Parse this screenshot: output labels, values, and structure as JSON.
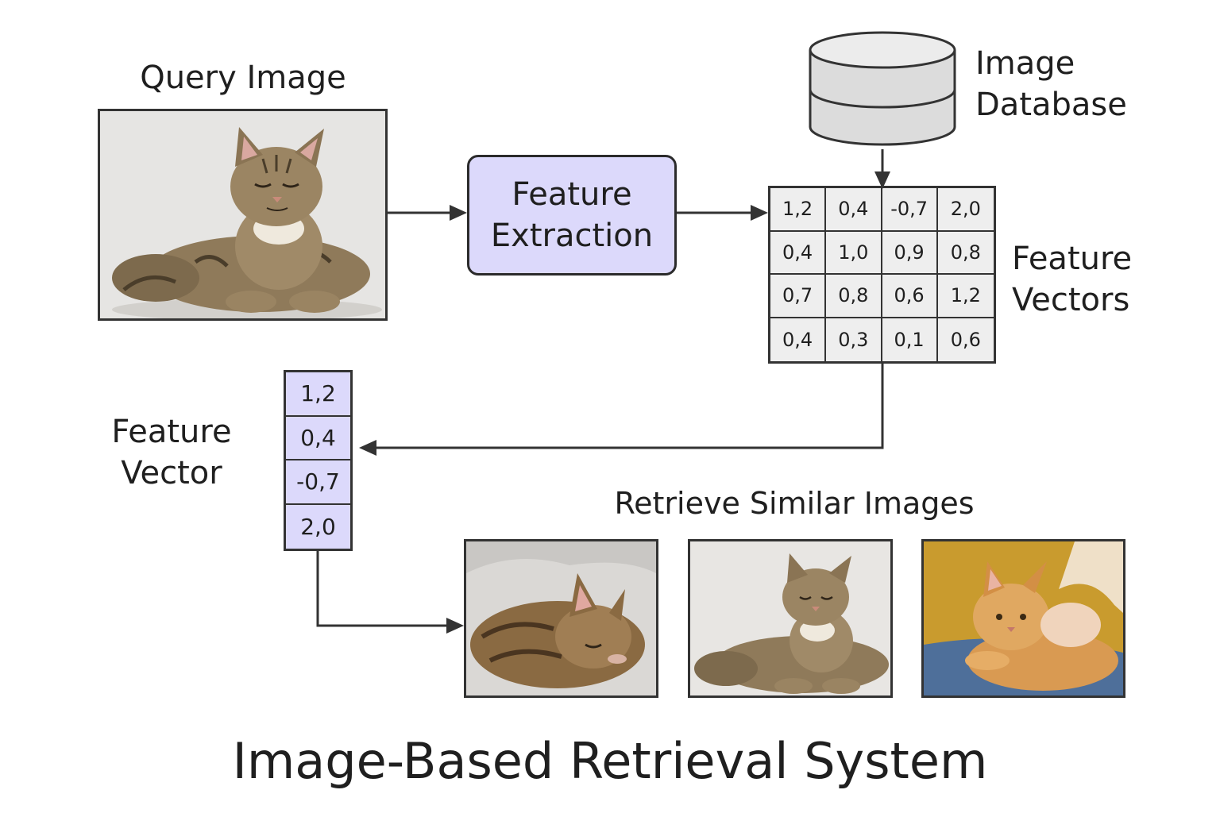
{
  "title": "Image-Based Retrieval System",
  "query": {
    "label": "Query Image"
  },
  "feature_extraction": {
    "line1": "Feature",
    "line2": "Extraction"
  },
  "database": {
    "line1": "Image",
    "line2": "Database"
  },
  "feature_vectors": {
    "line1": "Feature",
    "line2": "Vectors",
    "rows": [
      [
        "1,2",
        "0,4",
        "-0,7",
        "2,0"
      ],
      [
        "0,4",
        "1,0",
        "0,9",
        "0,8"
      ],
      [
        "0,7",
        "0,8",
        "0,6",
        "1,2"
      ],
      [
        "0,4",
        "0,3",
        "0,1",
        "0,6"
      ]
    ]
  },
  "query_vector": {
    "line1": "Feature",
    "line2": "Vector",
    "values": [
      "1,2",
      "0,4",
      "-0,7",
      "2,0"
    ]
  },
  "results": {
    "label": "Retrieve Similar Images"
  },
  "colors": {
    "accent_fill": "#dcd9fb",
    "cell_fill": "#eeeeee",
    "stroke": "#333333",
    "database_fill": "#dcdcdc"
  }
}
